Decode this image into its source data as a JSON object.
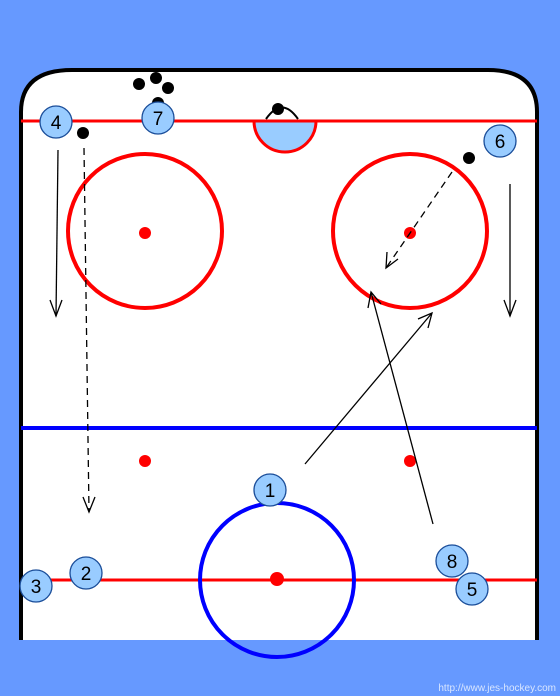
{
  "colors": {
    "background": "#6699ff",
    "ice": "#ffffff",
    "board": "#000000",
    "red_line": "#ff0000",
    "blue_line": "#0000ff",
    "player_fill": "#99ccff",
    "puck": "#000000"
  },
  "players": [
    {
      "id": "p4",
      "label": "4"
    },
    {
      "id": "p7",
      "label": "7"
    },
    {
      "id": "p6",
      "label": "6"
    },
    {
      "id": "p1",
      "label": "1"
    },
    {
      "id": "p2",
      "label": "2"
    },
    {
      "id": "p3",
      "label": "3"
    },
    {
      "id": "p8",
      "label": "8"
    },
    {
      "id": "p5",
      "label": "5"
    }
  ],
  "watermark": "http://www.jes-hockey.com"
}
